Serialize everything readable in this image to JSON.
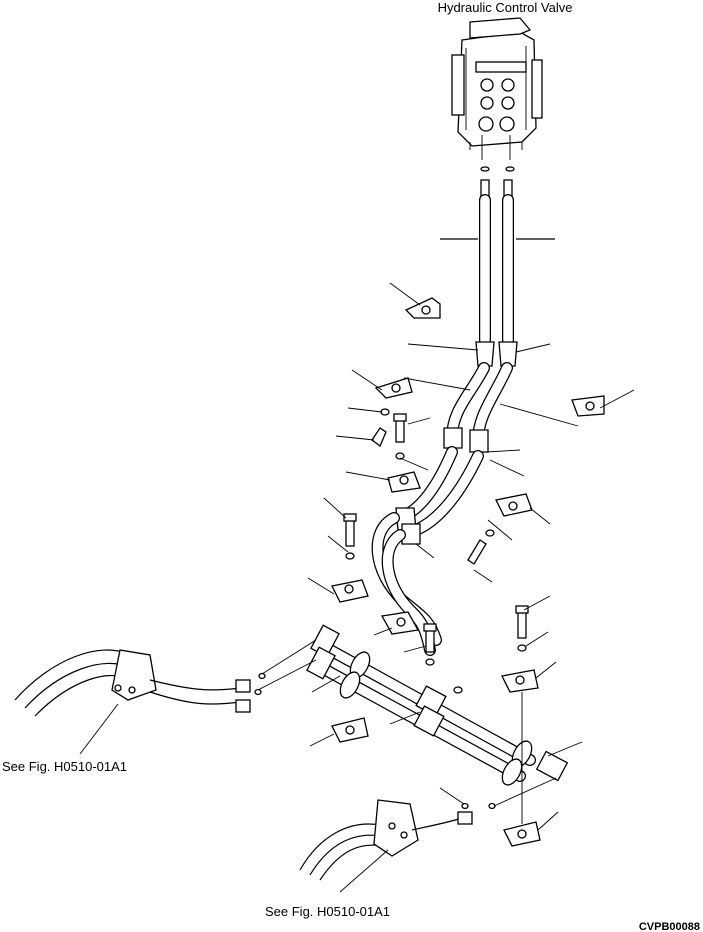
{
  "labels": {
    "title": "Hydraulic Control Valve",
    "ref_left": "See Fig. H0510-01A1",
    "ref_bottom": "See Fig. H0510-01A1",
    "drawing_code": "CVPB00088"
  },
  "colors": {
    "line": "#000000",
    "background": "#ffffff"
  }
}
